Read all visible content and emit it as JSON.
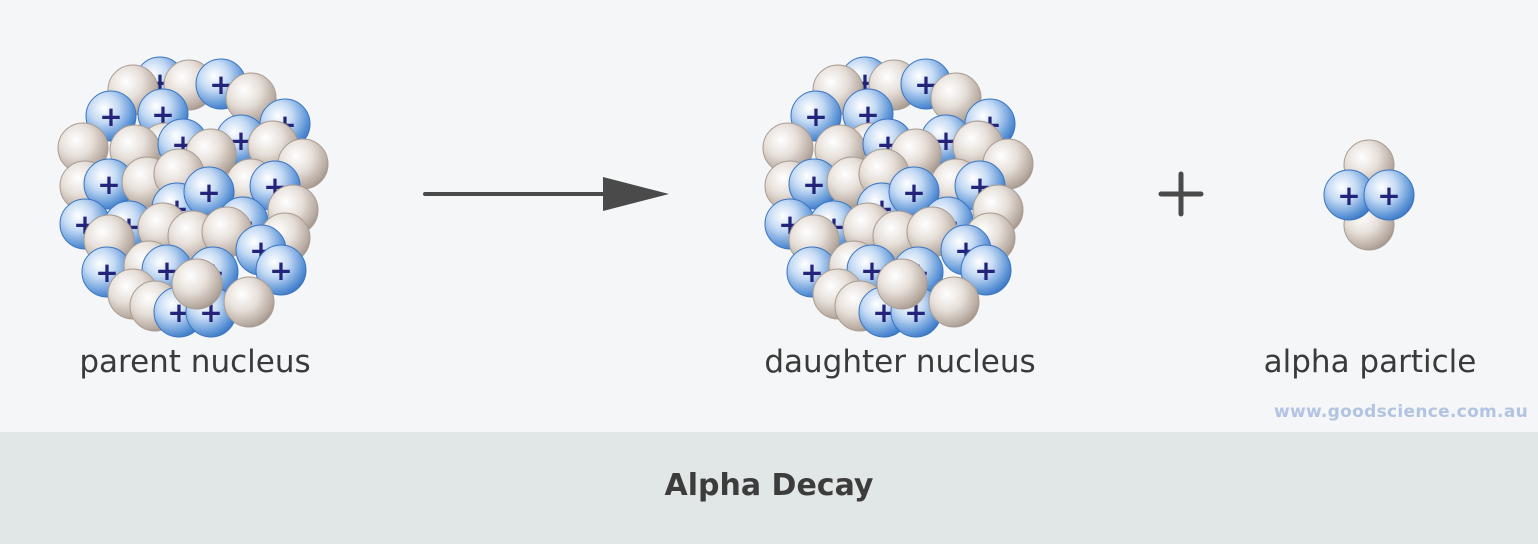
{
  "labels": {
    "parent": "parent nucleus",
    "daughter": "daughter nucleus",
    "alpha": "alpha particle"
  },
  "watermark": "www.goodscience.com.au",
  "footer_title": "Alpha Decay",
  "symbols": {
    "proton_charge": "+",
    "plus_sign": "+"
  },
  "colors": {
    "proton": "#3d7fd0",
    "neutron": "#c8bbb1",
    "arrow": "#4a4a4a",
    "charge_text": "#23237a",
    "footer_band": "#e1e6e6"
  },
  "icons": {
    "transition_arrow": "right-arrow-icon",
    "plus_operator": "plus-icon"
  }
}
